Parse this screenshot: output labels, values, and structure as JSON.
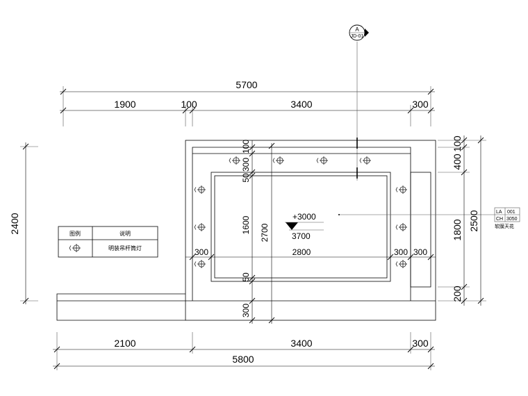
{
  "dimensions_top": {
    "overall": "5700",
    "segments": [
      "1900",
      "100",
      "3400",
      "300"
    ]
  },
  "dimensions_bottom": {
    "overall": "5800",
    "segments": [
      "2100",
      "3400",
      "300"
    ]
  },
  "dimensions_left": {
    "overall": "2400"
  },
  "dimensions_right": {
    "segments": [
      "100",
      "400",
      "1800",
      "200"
    ],
    "overall": "2500"
  },
  "dimensions_inner_vertical": {
    "left_column": [
      "100",
      "300",
      "50",
      "1600",
      "50",
      "300"
    ],
    "overall": "2700"
  },
  "dimensions_inner_horizontal": {
    "segments": [
      "300",
      "2800",
      "300",
      "300"
    ]
  },
  "level_marker": {
    "elevation": "+3000",
    "value": "3700"
  },
  "section_marker": {
    "letter": "A",
    "code": "JD-01"
  },
  "material_tag": {
    "row1_code": "LA",
    "row1_num": "001",
    "row2_code": "CH",
    "row2_num": "3050",
    "description": "软膜天花"
  },
  "legend": {
    "header_symbol": "图例",
    "header_description": "说明",
    "item_description": "明装吊杆筒灯"
  },
  "colors": {
    "line": "#000000",
    "background": "#ffffff"
  },
  "icons": {
    "light_fixture": "pendant-downlight-icon",
    "level_triangle": "level-triangle-icon"
  }
}
